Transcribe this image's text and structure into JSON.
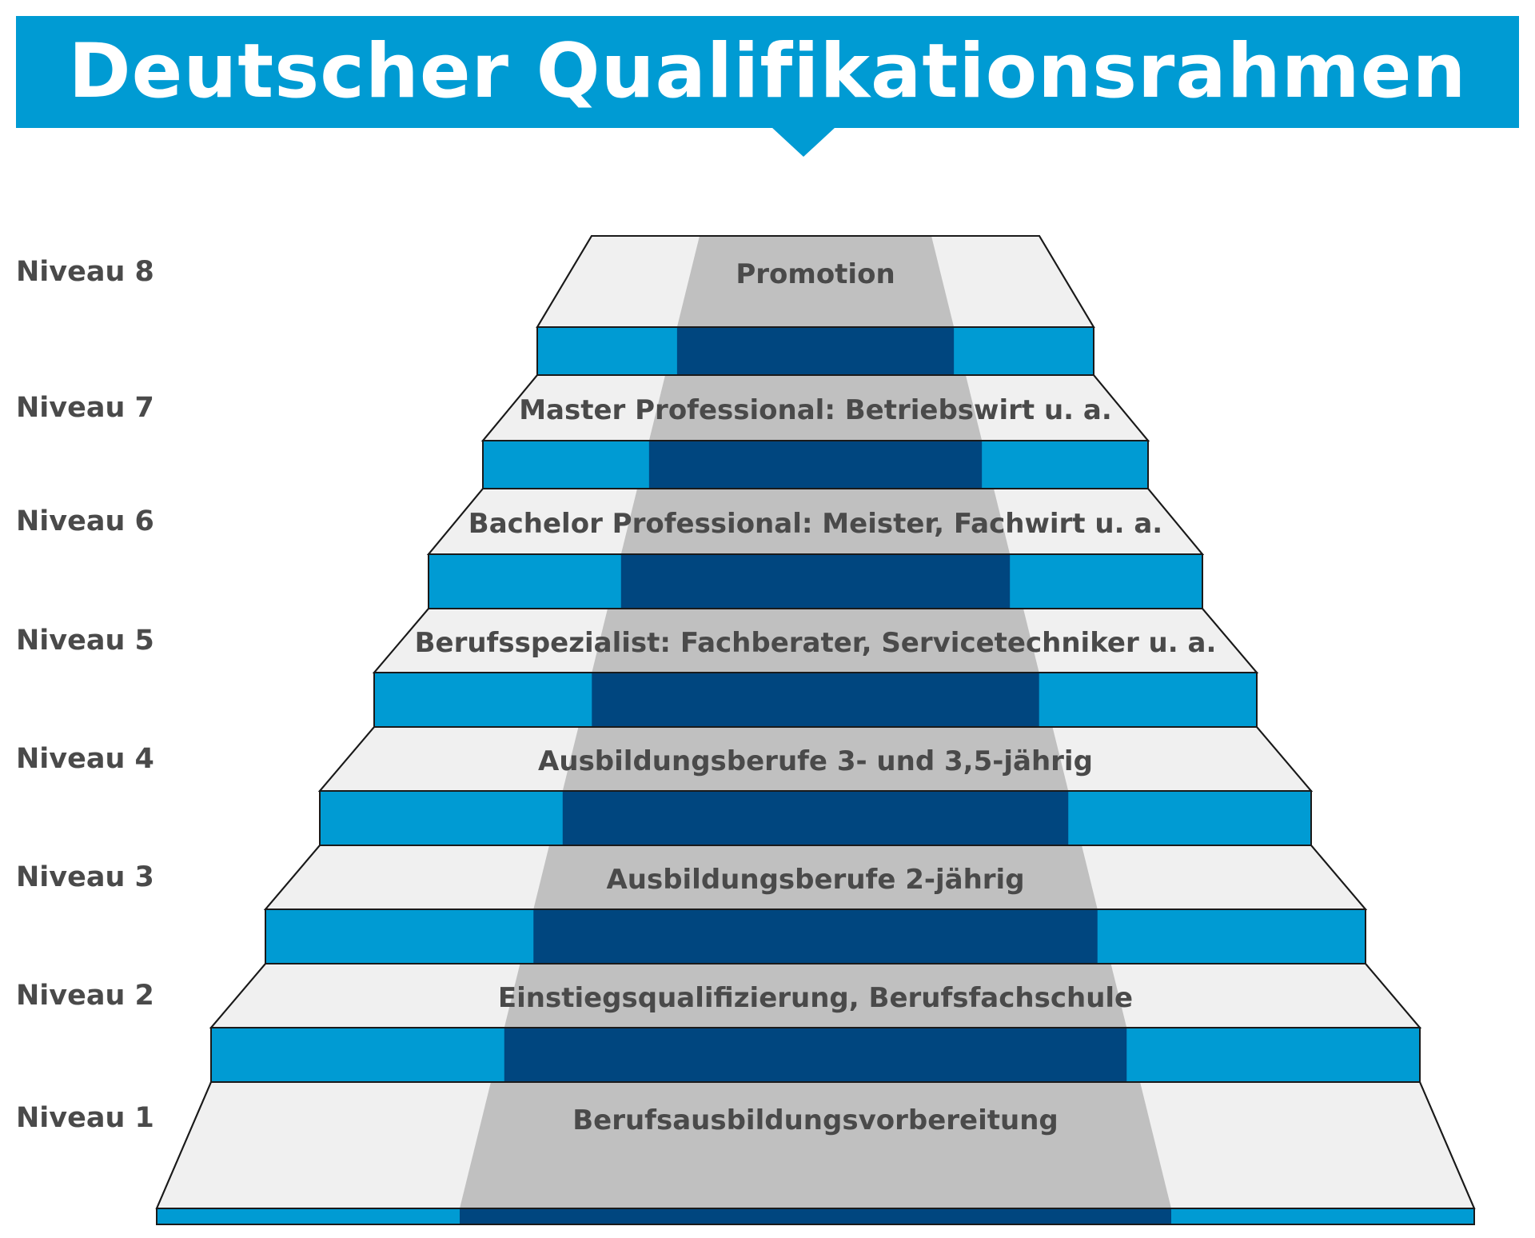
{
  "title": "Deutscher Qualifikationsrahmen",
  "colors": {
    "banner": "#009bd3",
    "title_text": "#ffffff",
    "step_top": "#f0f0f0",
    "path_gray": "#c0c0c0",
    "riser_blue": "#009bd3",
    "riser_dark_blue": "#00467f",
    "outline": "#1a1a1a",
    "text": "#4a4a4a"
  },
  "levels": [
    {
      "label": "Niveau 8",
      "description": "Promotion"
    },
    {
      "label": "Niveau 7",
      "description": "Master Professional: Betriebswirt u. a."
    },
    {
      "label": "Niveau 6",
      "description": "Bachelor Professional: Meister, Fachwirt u. a."
    },
    {
      "label": "Niveau 5",
      "description": "Berufsspezialist: Fachberater, Servicetechniker u. a."
    },
    {
      "label": "Niveau 4",
      "description": "Ausbildungsberufe 3- und 3,5-jährig"
    },
    {
      "label": "Niveau 3",
      "description": "Ausbildungsberufe 2-jährig"
    },
    {
      "label": "Niveau 2",
      "description": "Einstiegsqualifizierung, Berufsfachschule"
    },
    {
      "label": "Niveau 1",
      "description": "Berufsausbildungsvorbereitung"
    }
  ]
}
